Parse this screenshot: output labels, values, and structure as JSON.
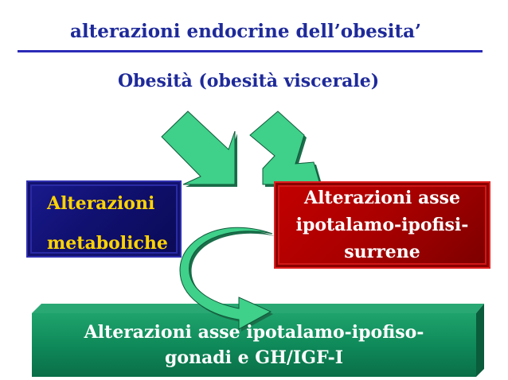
{
  "slide": {
    "title": "alterazioni endocrine dell’obesita’",
    "subtitle": "Obesità (obesità viscerale)",
    "box_metabolic": {
      "line1": "Alterazioni",
      "line2": "metaboliche"
    },
    "box_adrenal": {
      "line1": "Alterazioni asse",
      "line2": "ipotalamo-ipofisi-",
      "line3": "surrene"
    },
    "box_gonadal": {
      "line1": "Alterazioni asse ipotalamo-ipofiso-",
      "line2": "gonadi e GH/IGF-I"
    }
  },
  "colors": {
    "title": "#1e2a9a",
    "rule": "#2b2bb8",
    "arrow_fill": "#3fd08a",
    "box_metabolic_bg": "#101070",
    "box_metabolic_text": "#ffd400",
    "box_adrenal_bg": "#b00000",
    "box_gonadal_bg": "#0f8a5a"
  }
}
